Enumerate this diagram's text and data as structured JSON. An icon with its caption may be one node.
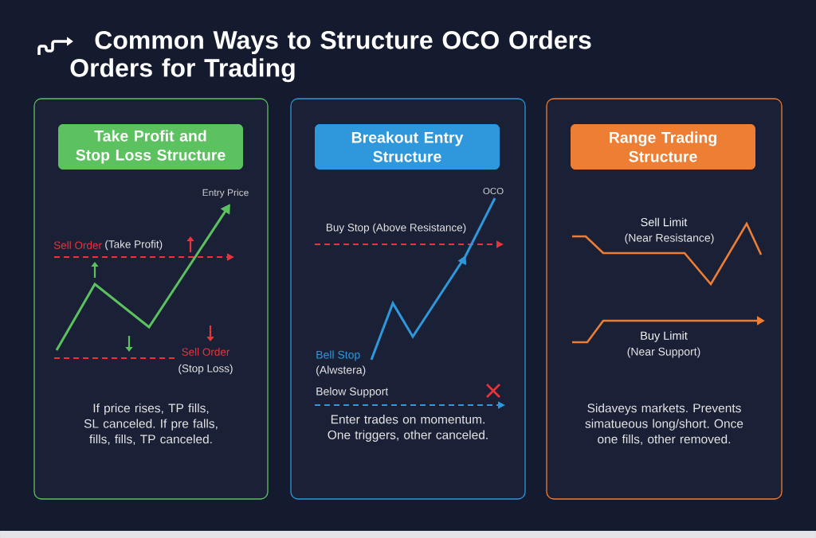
{
  "diagram": {
    "title": "Common Ways to Structure OCO Orders Orders for Trading",
    "nodes": [
      {
        "text": [
          "If price rises, TP fills, SL canceled. If pre falls, fills, fills, TP canceled."
        ]
      },
      {
        "text": [
          "Take Profit and Stop Loss Structure"
        ],
        "in": 0
      },
      {
        "text": [
          "Enter trades on momentum. One triggers, other canceled."
        ]
      },
      {
        "text": [
          "Breakout Entry Structure"
        ],
        "in": 2
      },
      {
        "text": [
          "Sidaveys markets. Prevents simatueous long/short. Once one fills, other removed."
        ]
      },
      {
        "text": [
          "Range Trading Structure"
        ],
        "in": 4
      }
    ],
    "labels": [
      "Entry Price",
      "Sell Order",
      "(Take Profit)",
      "Sell Order",
      "(Stop Loss)",
      "OCO",
      "Buy Stop (Above Resistance)",
      "Bell Stop",
      "(Alwstera)",
      "Below Support",
      "Sell Limit",
      "(Near Resistance)",
      "Buy Limit",
      "(Near Support)"
    ]
  }
}
